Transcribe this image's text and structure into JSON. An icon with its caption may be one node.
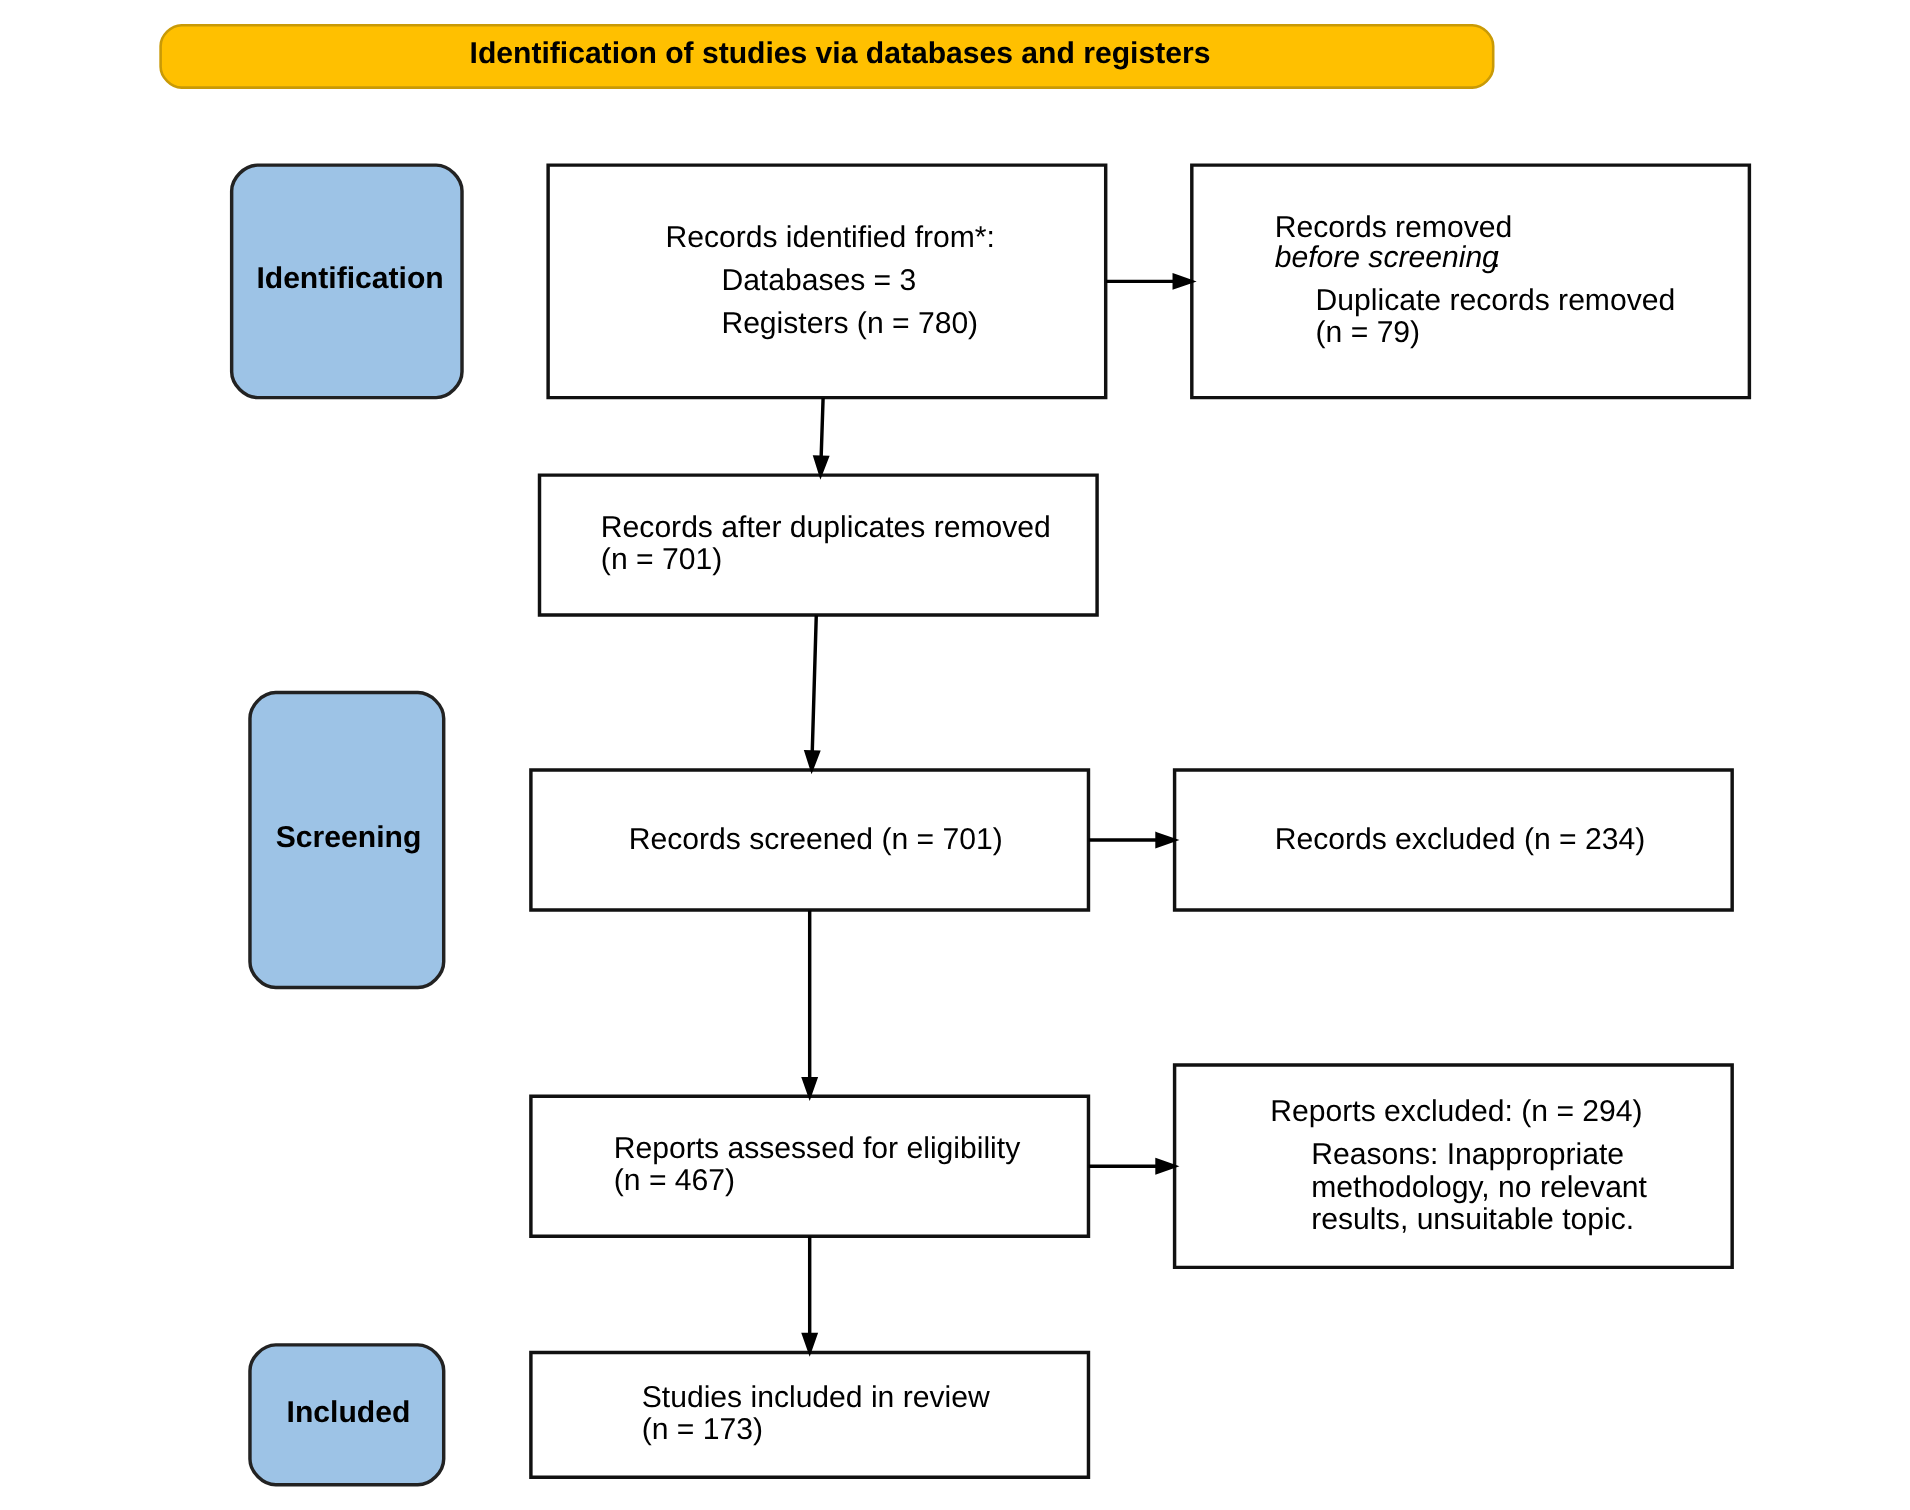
{
  "diagram": {
    "nodes": [
      {
        "text": [
          "Identification of studies via databases and registers"
        ]
      },
      {
        "text": [
          "Identification"
        ]
      },
      {
        "text": [
          "Records identified from*:",
          "Databases = 3",
          "Registers (n = 780)"
        ]
      },
      {
        "text": [
          "Records removed *before screening*:",
          "Duplicate records removed (n = 79)"
        ]
      },
      {
        "text": [
          "Records after duplicates removed (n = 701)"
        ]
      },
      {
        "text": [
          "Screening"
        ]
      },
      {
        "text": [
          "Records screened (n = 701)"
        ]
      },
      {
        "text": [
          "Records excluded (n = 234)"
        ]
      },
      {
        "text": [
          "Reports assessed for eligibility (n = 467)"
        ]
      },
      {
        "text": [
          "Reports excluded: (n = 294)",
          "Reasons: Inappropriate methodology, no relevant results, unsuitable topic."
        ]
      },
      {
        "text": [
          "Included"
        ]
      },
      {
        "text": [
          "Studies included in review (n = 173)"
        ]
      }
    ],
    "edges": [
      {
        "from": 2,
        "to": 3,
        "arrow": "to"
      },
      {
        "from": 2,
        "to": 4,
        "arrow": "to"
      },
      {
        "from": 4,
        "to": 6,
        "arrow": "to"
      },
      {
        "from": 6,
        "to": 7,
        "arrow": "to"
      },
      {
        "from": 6,
        "to": 8,
        "arrow": "to"
      },
      {
        "from": 8,
        "to": 9,
        "arrow": "to"
      },
      {
        "from": 8,
        "to": 11,
        "arrow": "to"
      }
    ]
  }
}
